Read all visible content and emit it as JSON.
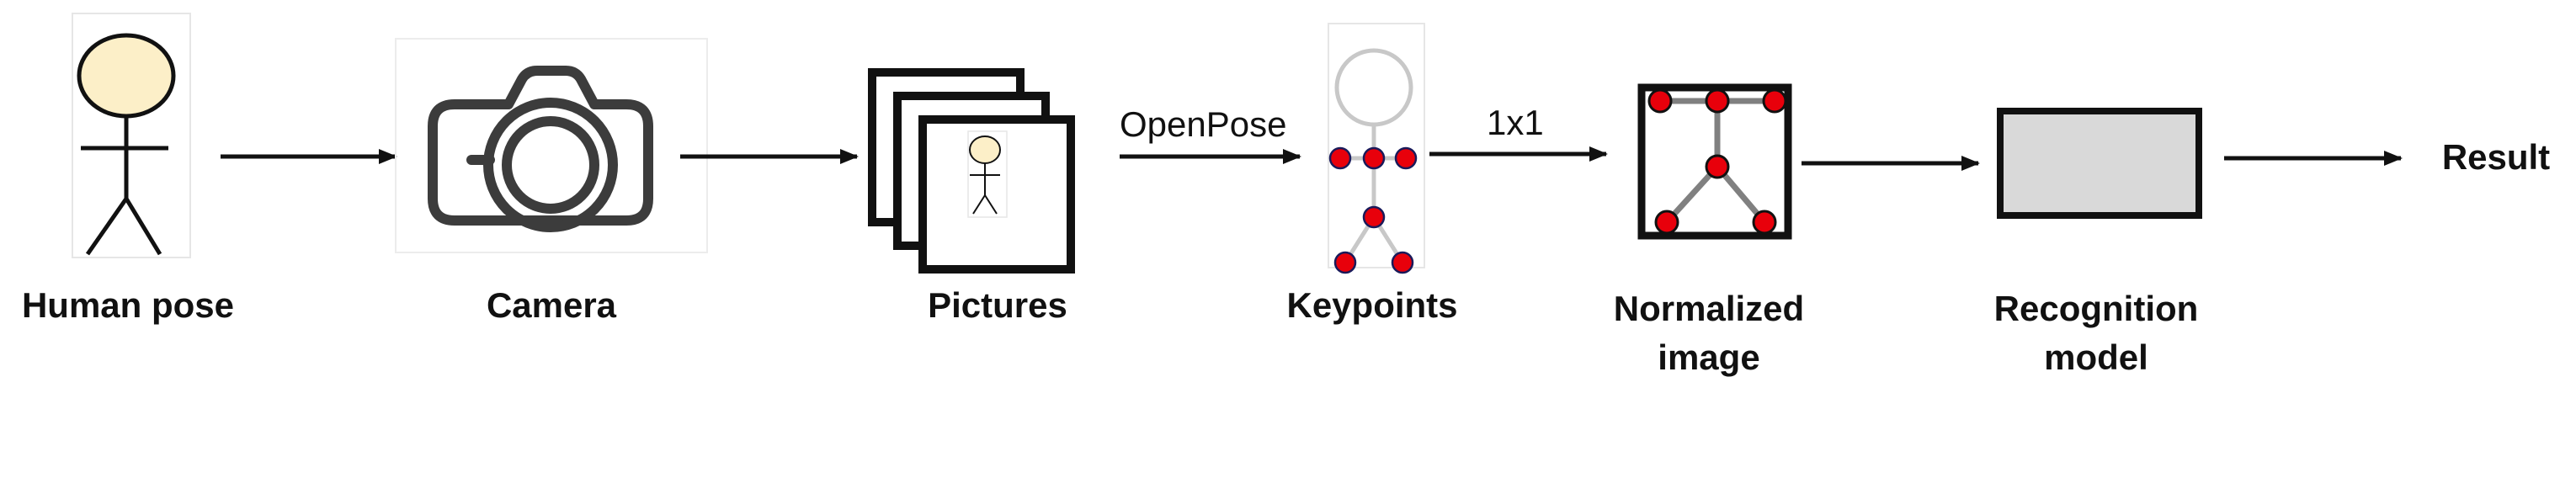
{
  "stages": {
    "human_pose": "Human pose",
    "camera": "Camera",
    "pictures": "Pictures",
    "keypoints": "Keypoints",
    "normalized_image_line1": "Normalized",
    "normalized_image_line2": "image",
    "recognition_model_line1": "Recognition",
    "recognition_model_line2": "model",
    "result": "Result"
  },
  "edges": {
    "openpose": "OpenPose",
    "one_by_one": "1x1"
  },
  "colors": {
    "stroke": "#111111",
    "face_fill": "#fcefc8",
    "keypoint_fill": "#e8000b",
    "skeleton_gray": "#c8c8c8",
    "model_fill": "#d9d9d9",
    "camera_stroke": "#3c3c3c"
  }
}
